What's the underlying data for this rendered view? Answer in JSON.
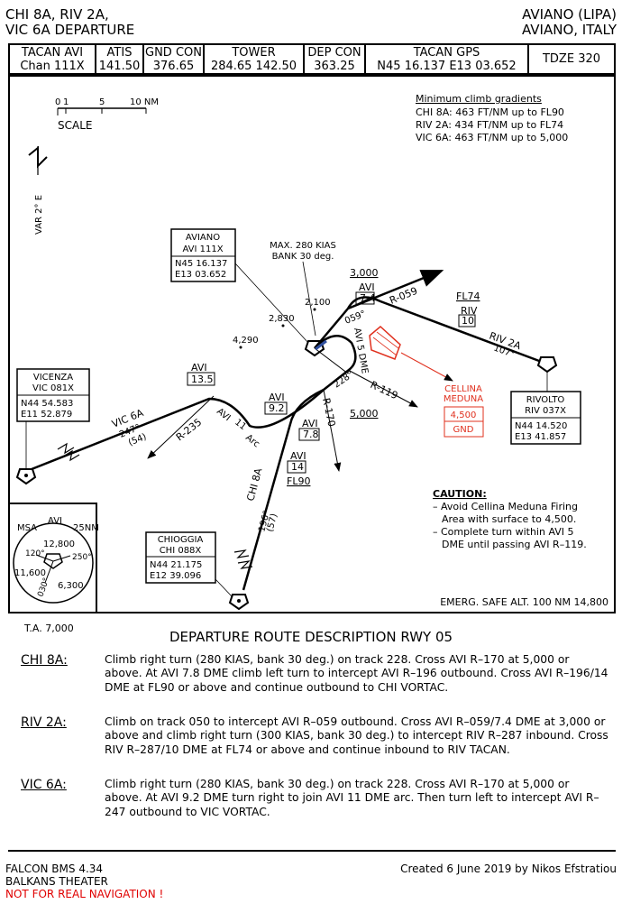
{
  "header": {
    "title_line1": "CHI 8A, RIV 2A,",
    "title_line2": "VIC 6A DEPARTURE",
    "airport_line1": "AVIANO (LIPA)",
    "airport_line2": "AVIANO, ITALY"
  },
  "frequencies": [
    {
      "label": "TACAN AVI",
      "value": "Chan 111X"
    },
    {
      "label": "ATIS",
      "value": "141.50"
    },
    {
      "label": "GND CON",
      "value": "376.65"
    },
    {
      "label": "TOWER",
      "value": "284.65 142.50"
    },
    {
      "label": "DEP CON",
      "value": "363.25"
    },
    {
      "label": "TACAN GPS",
      "value": "N45 16.137 E13 03.652"
    },
    {
      "label": "TDZE 320",
      "value": ""
    }
  ],
  "chart": {
    "scale": {
      "ticks": [
        "0",
        "1",
        "5",
        "10 NM"
      ],
      "label": "SCALE"
    },
    "variation": "VAR 2° E",
    "climb_gradients": {
      "title": "Minimum climb gradients",
      "lines": [
        "CHI 8A:  463 FT/NM up to FL90",
        "RIV 2A:  434 FT/NM up to FL74",
        "VIC 6A:  463 FT/NM up to 5,000"
      ]
    },
    "navaids": {
      "aviano": {
        "name": "AVIANO",
        "ident": "AVI 111X",
        "lat": "N45 16.137",
        "lon": "E13 03.652"
      },
      "vicenza": {
        "name": "VICENZA",
        "ident": "VIC 081X",
        "lat": "N44 54.583",
        "lon": "E11 52.879"
      },
      "rivolto": {
        "name": "RIVOLTO",
        "ident": "RIV 037X",
        "lat": "N44 14.520",
        "lon": "E13 41.857"
      },
      "chioggia": {
        "name": "CHIOGGIA",
        "ident": "CHI 088X",
        "lat": "N44 21.175",
        "lon": "E12 39.096"
      }
    },
    "speed_note": [
      "MAX. 280 KIAS",
      "BANK 30 deg."
    ],
    "elevations": [
      "2,100",
      "2,830",
      "4,290"
    ],
    "labels": {
      "alt_3000": "3,000",
      "avi_a": "AVI",
      "dme_74": "7.4",
      "r059": "R-059",
      "trk059": "059°",
      "fl74": "FL74",
      "riv_a": "RIV",
      "dme_10": "10",
      "riv2a": "RIV 2A",
      "trk107": "107°",
      "avi5dme": "AVI 5 DME",
      "trk228": "228°",
      "r119": "R-119",
      "alt_5000": "5,000",
      "r170": "R-170",
      "avi_b": "AVI",
      "dme_78": "7.8",
      "avi_c": "AVI",
      "dme_92": "9.2",
      "avi_d": "AVI",
      "dme_135": "13.5",
      "r235": "R-235",
      "avi11arc": "AVI",
      "arc_num": "11",
      "arc": "Arc",
      "vic6a": "VIC 6A",
      "trk247": "247°",
      "dist54": "(54)",
      "avi_e": "AVI",
      "dme_14": "14",
      "fl90": "FL90",
      "chi8a": "CHI 8A",
      "trk196": "196°",
      "dist57": "(57)"
    },
    "restricted_area": {
      "name_line1": "CELLINA",
      "name_line2": "MEDUNA",
      "top": "4,500",
      "bottom": "GND",
      "color": "#e0301e"
    },
    "caution": {
      "title": "CAUTION:",
      "lines": [
        "– Avoid Cellina Meduna Firing",
        "Area with surface to 4,500.",
        "– Complete turn within AVI 5",
        "DME until passing AVI R–119."
      ]
    },
    "msa": {
      "title_left": "MSA",
      "title_mid": "AVI",
      "title_right": "25NM",
      "sectors": [
        "12,800",
        "11,600",
        "6,300"
      ],
      "bearings": [
        "120°",
        "250°",
        "030°"
      ]
    },
    "emerg_safe_alt": "EMERG. SAFE ALT. 100 NM 14,800"
  },
  "description": {
    "ta": "T.A. 7,000",
    "title": "DEPARTURE ROUTE DESCRIPTION RWY 05",
    "routes": [
      {
        "id": "CHI 8A:",
        "text": "Climb right turn (280 KIAS, bank 30 deg.) on track 228. Cross AVI R–170 at 5,000 or above. At AVI 7.8 DME climb left turn to intercept AVI R–196 outbound. Cross AVI R–196/14 DME at FL90 or above and continue outbound to CHI VORTAC."
      },
      {
        "id": "RIV 2A:",
        "text": "Climb on track 050 to intercept AVI R–059 outbound. Cross AVI R–059/7.4 DME at 3,000 or above and climb right turn (300 KIAS, bank 30 deg.) to intercept RIV R–287 inbound. Cross RIV R–287/10 DME at FL74 or above and continue inbound to RIV TACAN."
      },
      {
        "id": "VIC 6A:",
        "text": "Climb right turn (280 KIAS, bank 30 deg.) on track 228. Cross AVI R–170 at 5,000 or above. At AVI 9.2 DME turn right to join AVI 11 DME arc. Then turn left to intercept AVI R–247 outbound to VIC VORTAC."
      }
    ]
  },
  "footer": {
    "sim": "FALCON BMS 4.34",
    "theater": "BALKANS THEATER",
    "warning": "NOT FOR REAL NAVIGATION !",
    "credit": "Created 6 June 2019 by Nikos Efstratiou",
    "warning_color": "#e00000"
  }
}
